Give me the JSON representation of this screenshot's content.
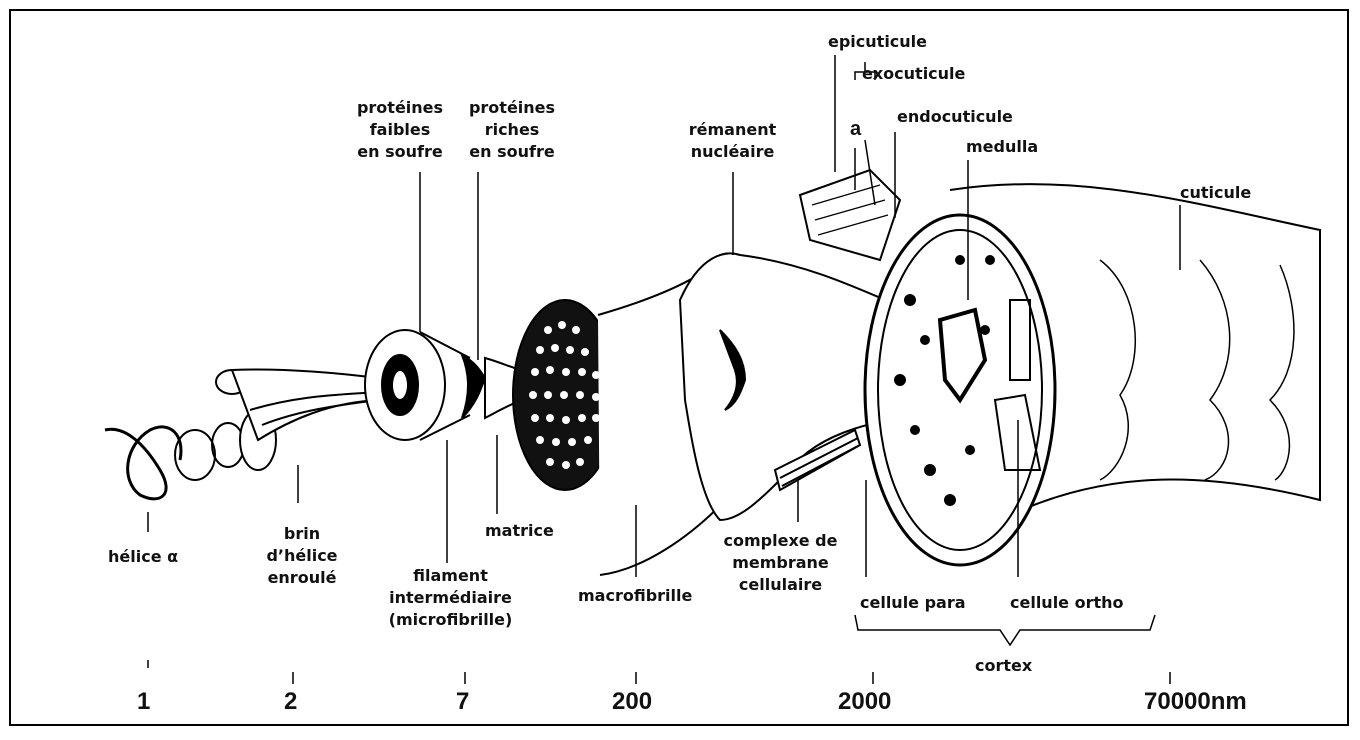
{
  "labels": {
    "epicuticule": "epicuticule",
    "exocuticule": "exocuticule",
    "a": "a",
    "endocuticule": "endocuticule",
    "medulla": "medulla",
    "cuticule": "cuticule",
    "proteines_faibles": [
      "protéines",
      "faibles",
      "en soufre"
    ],
    "proteines_riches": [
      "protéines",
      "riches",
      "en soufre"
    ],
    "remanent": [
      "rémanent",
      "nucléaire"
    ],
    "helice": "hélice α",
    "brin": [
      "brin",
      "d’hélice",
      "enroulé"
    ],
    "filament": [
      "filament",
      "intermédiaire",
      "(microfibrille)"
    ],
    "matrice": "matrice",
    "macrofibrille": "macrofibrille",
    "complexe": [
      "complexe de",
      "membrane",
      "cellulaire"
    ],
    "cellule_para": "cellule para",
    "cellule_ortho": "cellule ortho",
    "cortex": "cortex"
  },
  "scale": {
    "values": [
      "1",
      "2",
      "7",
      "200",
      "2000",
      "70000nm"
    ]
  }
}
